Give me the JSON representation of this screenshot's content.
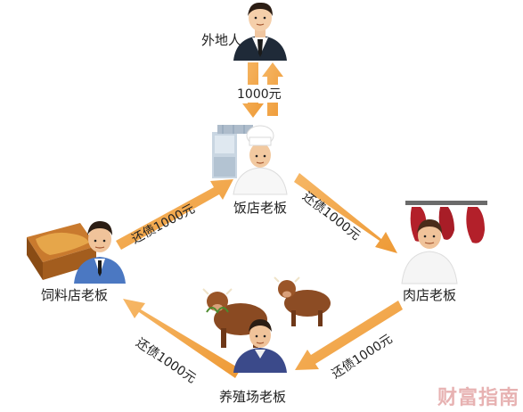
{
  "nodes": {
    "outsider": "外地人",
    "restaurant": "饭店老板",
    "butcher": "肉店老板",
    "farm": "养殖场老板",
    "feed_store": "饲料店老板"
  },
  "edges": {
    "outsider_restaurant": "1000元",
    "restaurant_butcher": "还债1000元",
    "butcher_farm": "还债1000元",
    "farm_feed": "还债1000元",
    "feed_restaurant": "还债1000元"
  },
  "watermark": "财富指南",
  "colors": {
    "arrow": "#f2a446"
  }
}
